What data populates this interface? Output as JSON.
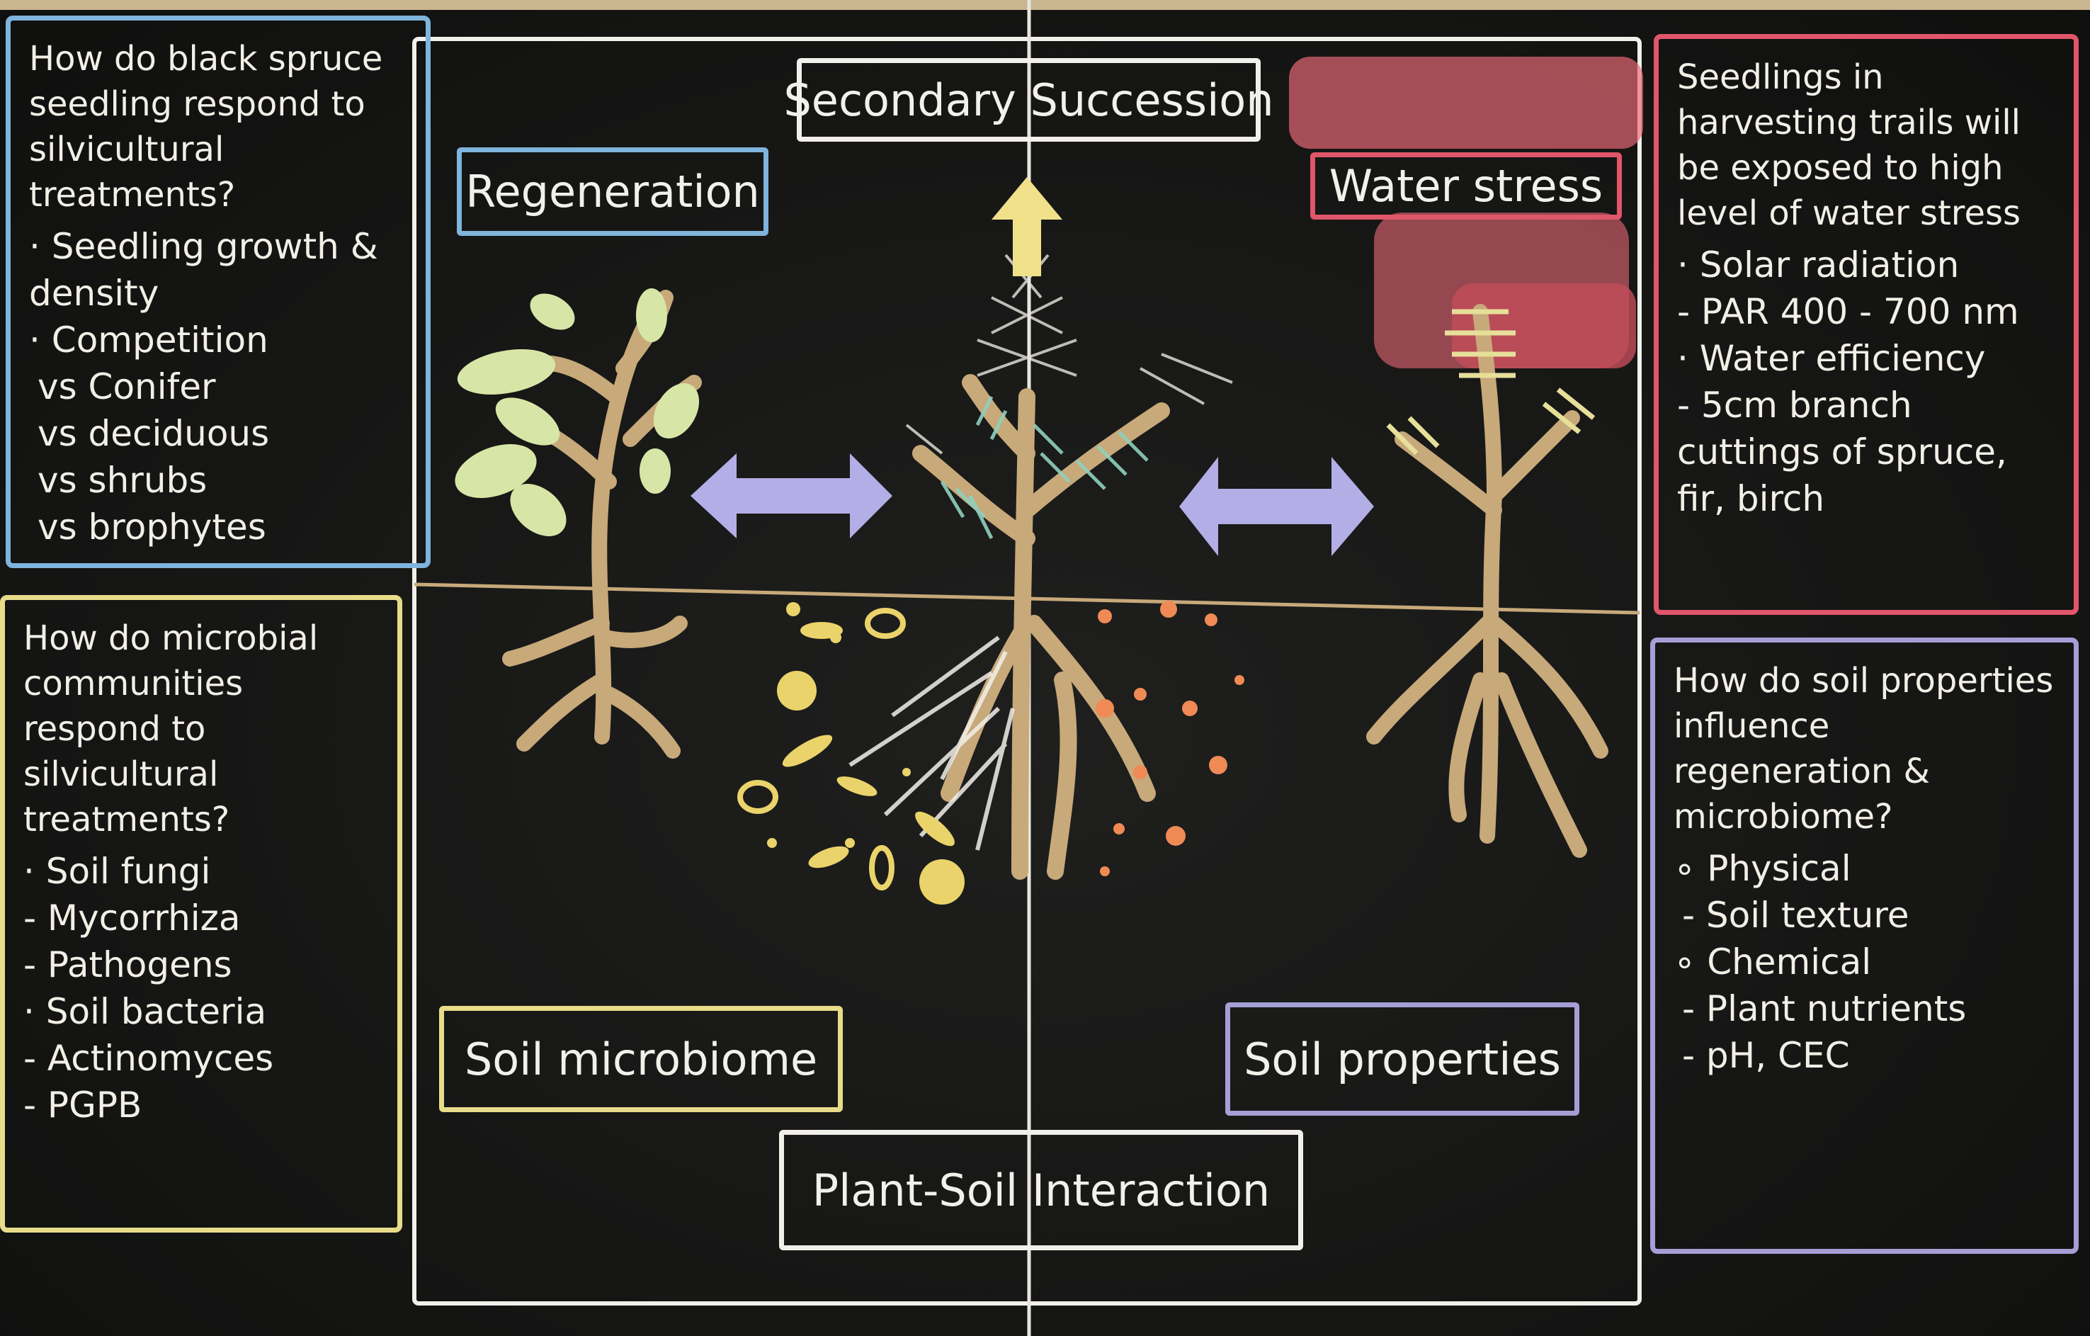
{
  "regeneration_panel": {
    "question": "How do black spruce seedling respond to silvicultural treatments?",
    "items": [
      "· Seedling growth & density",
      "· Competition",
      "vs Conifer",
      "vs deciduous",
      "vs shrubs",
      "vs brophytes"
    ]
  },
  "microbe_panel": {
    "question": "How do microbial communities respond to silvicultural treatments?",
    "items": [
      "· Soil fungi",
      "- Mycorrhiza",
      "- Pathogens",
      "· Soil bacteria",
      "- Actinomyces",
      "- PGPB"
    ]
  },
  "water_panel": {
    "question": "Seedlings in harvesting trails will be exposed to high level of water stress",
    "items": [
      "· Solar radiation",
      "- PAR 400 - 700 nm",
      "· Water efficiency",
      "- 5cm branch cuttings of spruce, fir, birch"
    ]
  },
  "soil_panel": {
    "question": "How do soil properties influence regeneration & microbiome?",
    "items": [
      "∘ Physical",
      "- Soil texture",
      "∘ Chemical",
      "- Plant nutrients",
      "- pH, CEC"
    ]
  },
  "labels": {
    "secondary_succession": "Secondary Succession",
    "regeneration": "Regeneration",
    "water_stress": "Water stress",
    "soil_microbiome": "Soil microbiome",
    "soil_properties": "Soil properties",
    "plant_soil_interaction": "Plant-Soil Interaction"
  },
  "colors": {
    "blue": "#7fb4dc",
    "yellow": "#e8dc8a",
    "red": "#e0566a",
    "lavender": "#a59fd6",
    "white": "#f2f0ea",
    "root_tan": "#c7a97a",
    "leaf_green": "#d7e6a6",
    "needle_teal": "#8fd0bd",
    "arrow_purple": "#b4aee6",
    "microbe_yellow": "#ead36a",
    "microbe_orange": "#f08a55",
    "stress_pink": "#ec6b78"
  }
}
